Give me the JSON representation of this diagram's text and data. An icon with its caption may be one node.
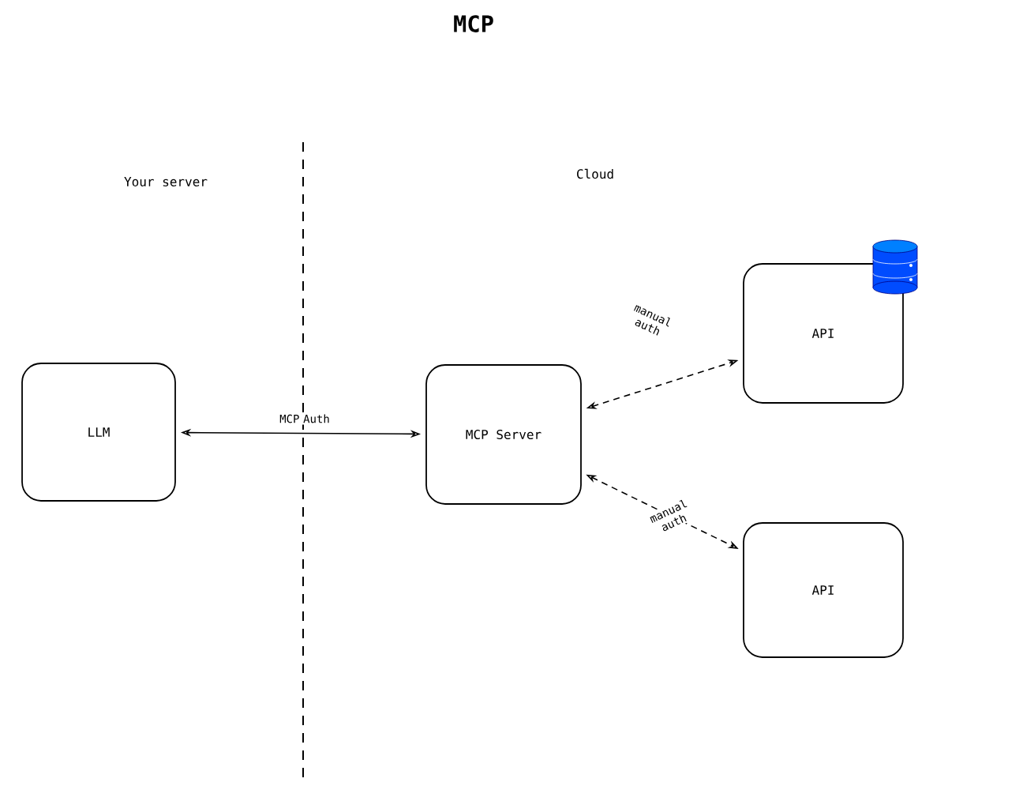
{
  "diagram": {
    "title": "MCP",
    "nodes": [
      {
        "text": [
          "LLM"
        ]
      },
      {
        "text": [
          "MCP Server"
        ]
      },
      {
        "text": [
          "API"
        ]
      },
      {
        "text": [
          "API"
        ]
      }
    ],
    "edges": [
      {
        "from": 0,
        "to": 1,
        "arrow": "both",
        "label": "MCP Auth"
      },
      {
        "from": 1,
        "to": 2,
        "arrow": "both",
        "label": "manual auth",
        "style": "dashed"
      },
      {
        "from": 1,
        "to": 3,
        "arrow": "both",
        "label": "manual auth",
        "style": "dashed"
      }
    ],
    "labels": [
      "Your server",
      "Cloud"
    ]
  }
}
